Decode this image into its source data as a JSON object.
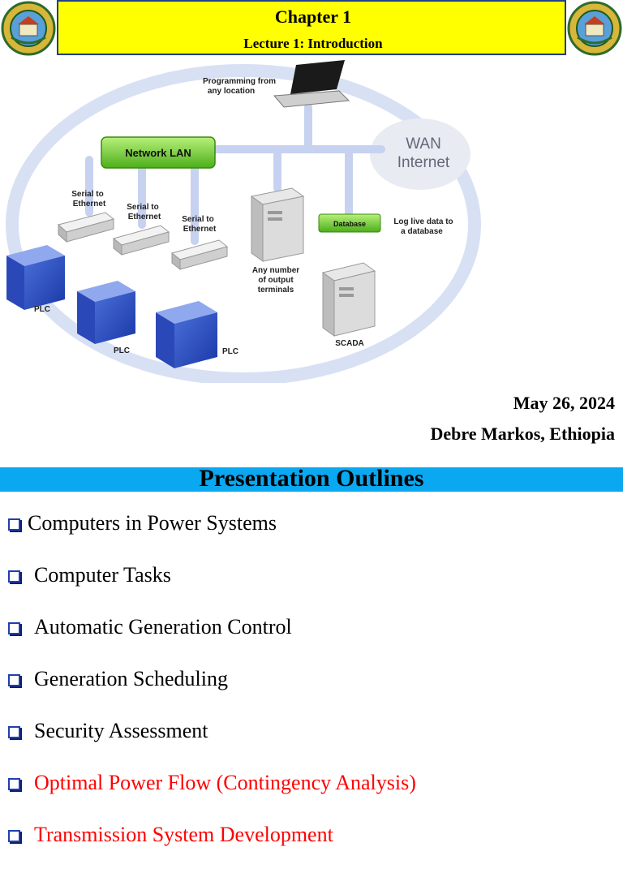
{
  "header": {
    "chapter": "Chapter 1",
    "lecture": "Lecture 1: Introduction",
    "band_color": "#ffff00"
  },
  "diagram": {
    "programming": [
      "Programming from",
      "any location"
    ],
    "network_lan": "Network LAN",
    "wan": "WAN",
    "internet": "Internet",
    "serial": [
      [
        "Serial to",
        "Ethernet"
      ],
      [
        "Serial to",
        "Ethernet"
      ],
      [
        "Serial to",
        "Ethernet"
      ]
    ],
    "plc": [
      "PLC",
      "PLC",
      "PLC"
    ],
    "terminals": [
      "Any number",
      "of output",
      "terminals"
    ],
    "database": "Database",
    "log": [
      "Log live data to",
      "a database"
    ],
    "scada": "SCADA"
  },
  "meta": {
    "date": "May 26, 2024",
    "place": "Debre Markos, Ethiopia"
  },
  "outline": {
    "title": "Presentation Outlines",
    "bar_color": "#0aa8f0",
    "items": [
      {
        "text": "Computers in Power Systems",
        "color": "black"
      },
      {
        "text": "Computer Tasks",
        "color": "black"
      },
      {
        "text": "Automatic Generation Control",
        "color": "black"
      },
      {
        "text": "Generation Scheduling",
        "color": "black"
      },
      {
        "text": "Security Assessment",
        "color": "black"
      },
      {
        "text": "Optimal Power Flow (Contingency Analysis)",
        "color": "red"
      },
      {
        "text": "Transmission System Development",
        "color": "red"
      }
    ]
  }
}
